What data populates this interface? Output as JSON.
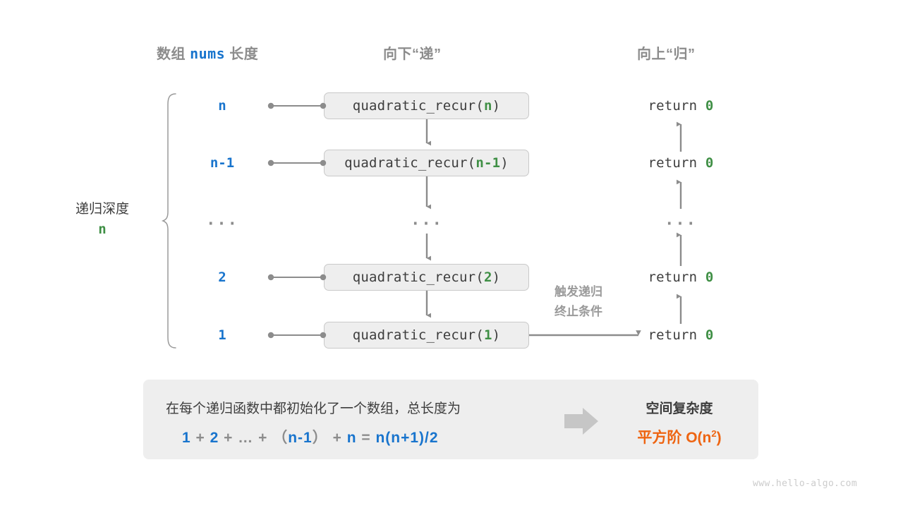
{
  "headers": {
    "left": {
      "prefix": "数组",
      "code": "nums",
      "suffix": "长度"
    },
    "middle": "向下“递”",
    "right": "向上“归”"
  },
  "depth_bracket": {
    "label": "递归深度",
    "value": "n"
  },
  "rows": [
    {
      "size": "n",
      "call_prefix": "quadratic_recur(",
      "call_arg": "n",
      "call_suffix": ")",
      "return": "return",
      "return_value": "0"
    },
    {
      "size": "n-1",
      "call_prefix": "quadratic_recur(",
      "call_arg": "n-1",
      "call_suffix": ")",
      "return": "return",
      "return_value": "0"
    },
    {
      "size": "...",
      "call_prefix": "...",
      "call_arg": "",
      "call_suffix": "",
      "return": "...",
      "return_value": ""
    },
    {
      "size": "2",
      "call_prefix": "quadratic_recur(",
      "call_arg": "2",
      "call_suffix": ")",
      "return": "return",
      "return_value": "0"
    },
    {
      "size": "1",
      "call_prefix": "quadratic_recur(",
      "call_arg": "1",
      "call_suffix": ")",
      "return": "return",
      "return_value": "0"
    }
  ],
  "terminate_note": {
    "line1": "触发递归",
    "line2": "终止条件"
  },
  "summary": {
    "description": "在每个递归函数中都初始化了一个数组，总长度为",
    "formula": {
      "t1": "1",
      "op1": "+",
      "t2": "2",
      "op2": "+",
      "t3": "…",
      "op3": "+",
      "lparen": "（",
      "t4": "n-1",
      "rparen": "）",
      "op4": "+",
      "t5": "n",
      "eq": "=",
      "t6": "n(n+1)/2"
    },
    "complexity_title": "空间复杂度",
    "complexity_value_prefix": "平方阶",
    "complexity_value_big_o": "O(n",
    "complexity_value_exp": "2",
    "complexity_value_close": ")"
  },
  "watermark": "www.hello-algo.com",
  "colors": {
    "blue": "#1874cd",
    "green": "#3f8f45",
    "orange": "#ee6411",
    "gray_text": "#8c8c8c",
    "dark_text": "#3d3d3d",
    "box_fill": "#eeeeee",
    "box_border": "#c9c9c9",
    "arrow": "#8c8c8c"
  }
}
